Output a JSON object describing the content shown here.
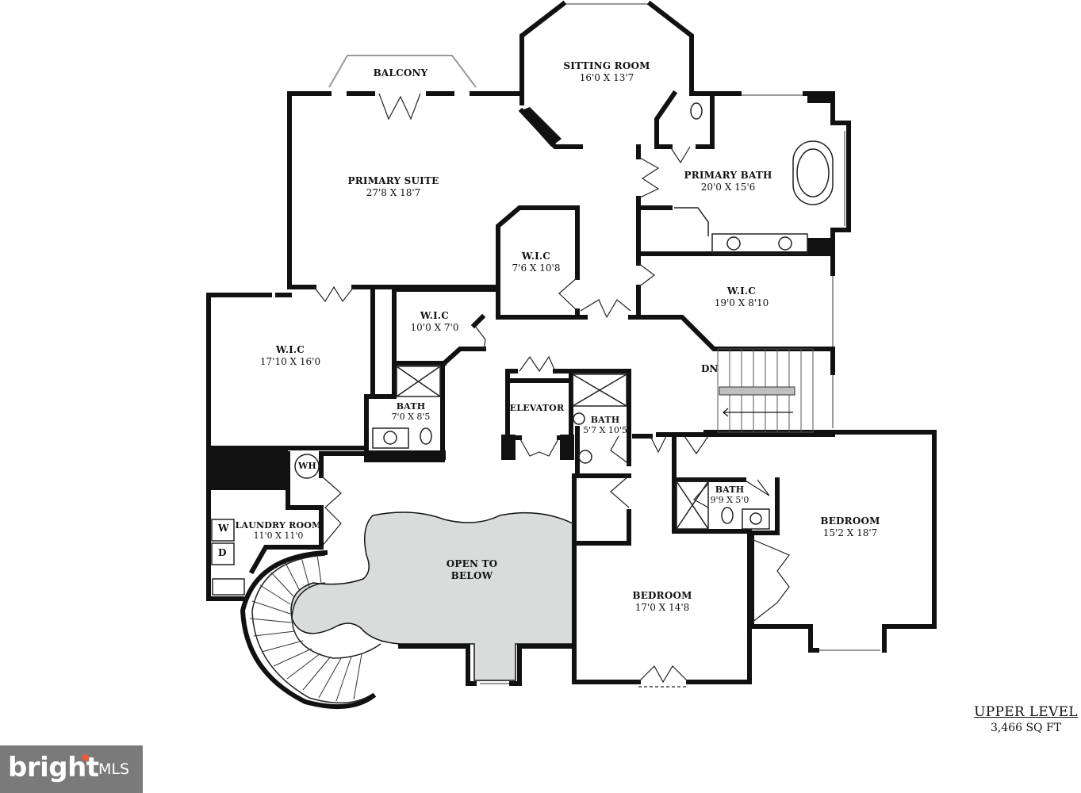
{
  "rooms": {
    "balcony": {
      "name": "BALCONY"
    },
    "sitting_room": {
      "name": "SITTING ROOM",
      "dims": "16'0 X 13'7"
    },
    "primary_suite": {
      "name": "PRIMARY SUITE",
      "dims": "27'8 X 18'7"
    },
    "primary_bath": {
      "name": "PRIMARY BATH",
      "dims": "20'0 X 15'6"
    },
    "wic_small": {
      "name": "W.I.C",
      "dims": "7'6 X 10'8"
    },
    "wic_east": {
      "name": "W.I.C",
      "dims": "19'0 X 8'10"
    },
    "wic_center": {
      "name": "W.I.C",
      "dims": "10'0 X 7'0"
    },
    "wic_west": {
      "name": "W.I.C",
      "dims": "17'10 X 16'0"
    },
    "bath_west": {
      "name": "BATH",
      "dims": "7'0 X 8'5"
    },
    "elevator": {
      "name": "ELEVATOR"
    },
    "bath_center": {
      "name": "BATH",
      "dims": "5'7 X 10'5"
    },
    "bath_east": {
      "name": "BATH",
      "dims": "9'9 X 5'0"
    },
    "laundry": {
      "name": "LAUNDRY ROOM",
      "dims": "11'0 X 11'0"
    },
    "open_below": {
      "name": "OPEN TO BELOW"
    },
    "bedroom_center": {
      "name": "BEDROOM",
      "dims": "17'0 X 14'8"
    },
    "bedroom_east": {
      "name": "BEDROOM",
      "dims": "15'2 X 18'7"
    }
  },
  "fixtures": {
    "water_heater": "WH",
    "washer": "W",
    "dryer": "D",
    "stairs_down": "DN"
  },
  "level": {
    "title": "UPPER LEVEL",
    "area": "3,466 SQ FT"
  },
  "brand": {
    "name": "bright",
    "suffix": "MLS"
  }
}
